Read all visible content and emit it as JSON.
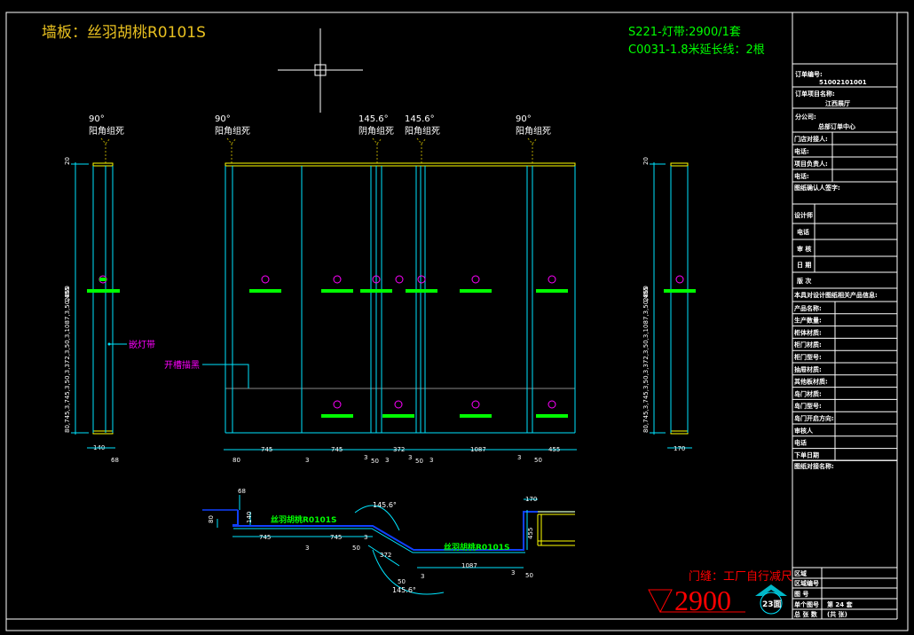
{
  "title": "墙板：丝羽胡桃R0101S",
  "notes": [
    "S221-灯带:2900/1套",
    "C0031-1.8米延长线：2根"
  ],
  "corners": [
    {
      "angle": "90°",
      "label": "阳角组死"
    },
    {
      "angle": "90°",
      "label": "阳角组死"
    },
    {
      "angle": "145.6°",
      "label": "阴角组死"
    },
    {
      "angle": "145.6°",
      "label": "阳角组死"
    },
    {
      "angle": "90°",
      "label": "阳角组死"
    }
  ],
  "callouts": {
    "light_strip": "嵌灯带",
    "groove": "开槽描黑"
  },
  "elevation_dims": {
    "height": "2860",
    "top": "20",
    "bottom": [
      "80",
      "745",
      "3",
      "745",
      "3",
      "50",
      "3",
      "372",
      "3",
      "50",
      "3",
      "1087",
      "3",
      "50",
      "455"
    ],
    "left_panel": [
      "140",
      "68"
    ],
    "right_panel": "170"
  },
  "plan": {
    "material_label": "丝羽胡桃R0101S",
    "dims": [
      "68",
      "140",
      "80",
      "745",
      "745",
      "3",
      "3",
      "50",
      "372",
      "50",
      "3",
      "1087",
      "3",
      "50",
      "170",
      "455"
    ],
    "angles": [
      "145.6°",
      "145.6°"
    ]
  },
  "door_gap_note": "门缝：工厂自行减尺",
  "level_value": "2900",
  "face_marker": "23面",
  "colors": {
    "cyan": "#00e5ff",
    "yellow": "#ffff00",
    "green": "#00ff00",
    "magenta": "#ff00ff",
    "red": "#ff0000",
    "title": "#e8c020"
  },
  "title_block": {
    "order_no_label": "订单编号:",
    "order_no": "51002101001",
    "project_label": "订单项目名称:",
    "project": "江西展厅",
    "branch_label": "分公司:",
    "branch": "总部订单中心",
    "rows_a": [
      "门店对接人:",
      "电话:",
      "项目负责人:",
      "电话:"
    ],
    "confirm_label": "图纸确认人签字:",
    "rows_b": [
      "设计师",
      "电话",
      "审  核",
      "日  期",
      "版  次"
    ],
    "product_info_label": "本具对设计图纸相关产品信息:",
    "rows_c": [
      "产品名称:",
      "生产数量:",
      "柜体材质:",
      "柜门材质:",
      "柜门型号:",
      "抽屉材质:",
      "其他板材质:",
      "岛门材质:",
      "岛门型号:",
      "岛门开启方向:",
      "审核人",
      "电话",
      "下单日期"
    ],
    "drawing_name_label": "图纸对接名称:",
    "rows_d": [
      "区域",
      "区域编号",
      "图  号",
      "单个图号",
      "总 张 数"
    ],
    "sheet_no": "第 24 套",
    "total": "(共   张)"
  }
}
